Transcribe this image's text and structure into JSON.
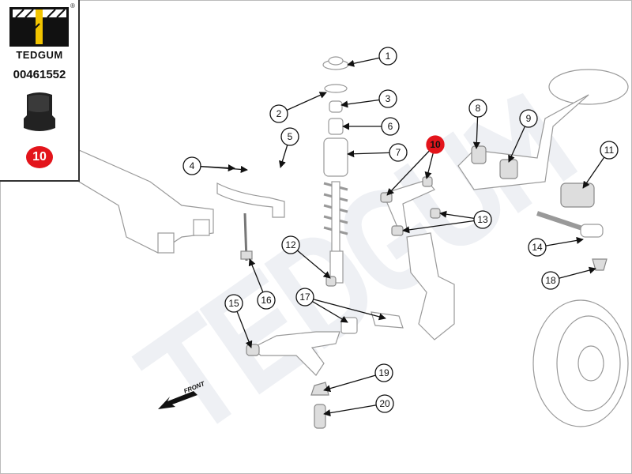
{
  "brand": {
    "name": "TEDGUM",
    "registered_mark": "®",
    "part_number": "00461552",
    "highlight_number": "10",
    "highlight_color": "#e3141b",
    "logo_yellow": "#f2c400"
  },
  "watermark": "TEDGUM",
  "front_label": "FRONT",
  "callouts": [
    {
      "label": "1"
    },
    {
      "label": "2"
    },
    {
      "label": "3"
    },
    {
      "label": "4"
    },
    {
      "label": "5"
    },
    {
      "label": "6"
    },
    {
      "label": "7"
    },
    {
      "label": "8"
    },
    {
      "label": "9"
    },
    {
      "label": "10",
      "highlighted": true
    },
    {
      "label": "11"
    },
    {
      "label": "12"
    },
    {
      "label": "13"
    },
    {
      "label": "14"
    },
    {
      "label": "15"
    },
    {
      "label": "16"
    },
    {
      "label": "17"
    },
    {
      "label": "18"
    },
    {
      "label": "19"
    },
    {
      "label": "20"
    }
  ]
}
